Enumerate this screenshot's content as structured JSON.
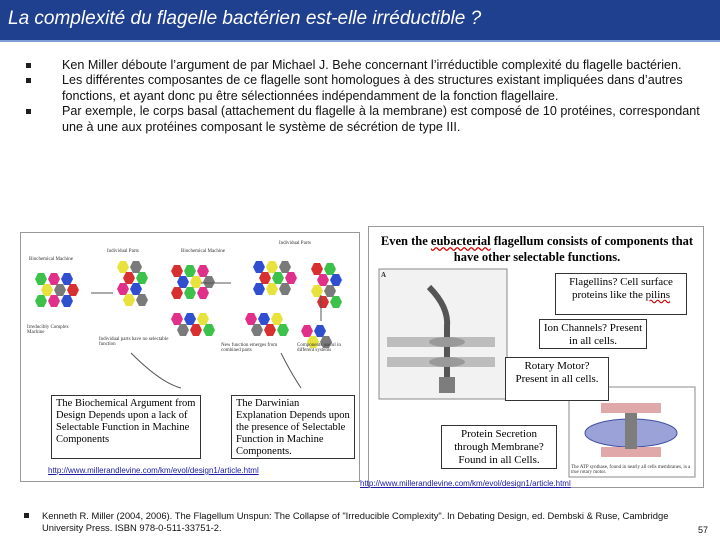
{
  "slide": {
    "title": "La complexité du flagelle bactérien est-elle irréductible ?",
    "bullets": [
      "Ken Miller déboute l’argument de par Michael J. Behe concernant l’irréductible complexité du flagelle bactérien.",
      "Les différentes composantes de ce flagelle sont homologues à des structures existant impliquées dans d’autres fonctions, et ayant donc pu être sélectionnées indépendamment de la fonction flagellaire.",
      "Par exemple, le corps basal (attachement du flagelle à la membrane) est composé de 10 protéines, correspondant une à une aux protéines composant le système de sécrétion de type III."
    ],
    "reference": "Kenneth R. Miller (2004, 2006). The Flagellum Unspun: The Collapse of \"Irreducible Complexity\". In Debating Design, ed. Dembski & Ruse, Cambridge University Press. ISBN 978-0-511-33751-2.",
    "page_number": "57"
  },
  "left_figure": {
    "labels": {
      "top_left": "Biochemical Machine",
      "top_mid": "Individual Parts",
      "top_center": "Biochemical Machine",
      "top_right": "Individual Parts",
      "left_caption": "Irreducibly Complex Machine",
      "mid_caption": "Individual parts have no selectable function",
      "center_caption": "New function emerges from combined parts",
      "right_caption": "Components useful in different systems"
    },
    "box_left": "The Biochemical Argument from Design Depends upon a lack of Selectable Function in Machine Components",
    "box_right": "The Darwinian Explanation Depends upon the presence of Selectable Function in Machine Components.",
    "url": "http://www.millerandlevine.com/km/evol/design1/article.html"
  },
  "right_figure": {
    "title_pre": "Even the ",
    "title_u": "eubacterial",
    "title_post": " flagellum consists of components that have other selectable functions.",
    "panel_letter": "A",
    "flagellin_pre": "Flagellins?  Cell surface proteins like the ",
    "flagellin_u": "pilins",
    "ion_channels": "Ion Channels? Present in all cells.",
    "rotary_motor": "Rotary Motor? Present in all cells.",
    "protein_secretion": "Protein Secretion through Membrane? Found in all Cells.",
    "atp_caption": "The ATP synthase, found in nearly all cells membranes, is a true rotary motor.",
    "url": "http://www.millerandlevine.com/km/evol/design1/article.html"
  },
  "colors": {
    "title_bar": "#1f3f8f",
    "hex_green": "#3cc24a",
    "hex_pink": "#e0308a",
    "hex_blue": "#2f4fd0",
    "hex_yellow": "#e8e23c",
    "hex_gray": "#7a7a7a",
    "hex_red": "#d83030"
  }
}
